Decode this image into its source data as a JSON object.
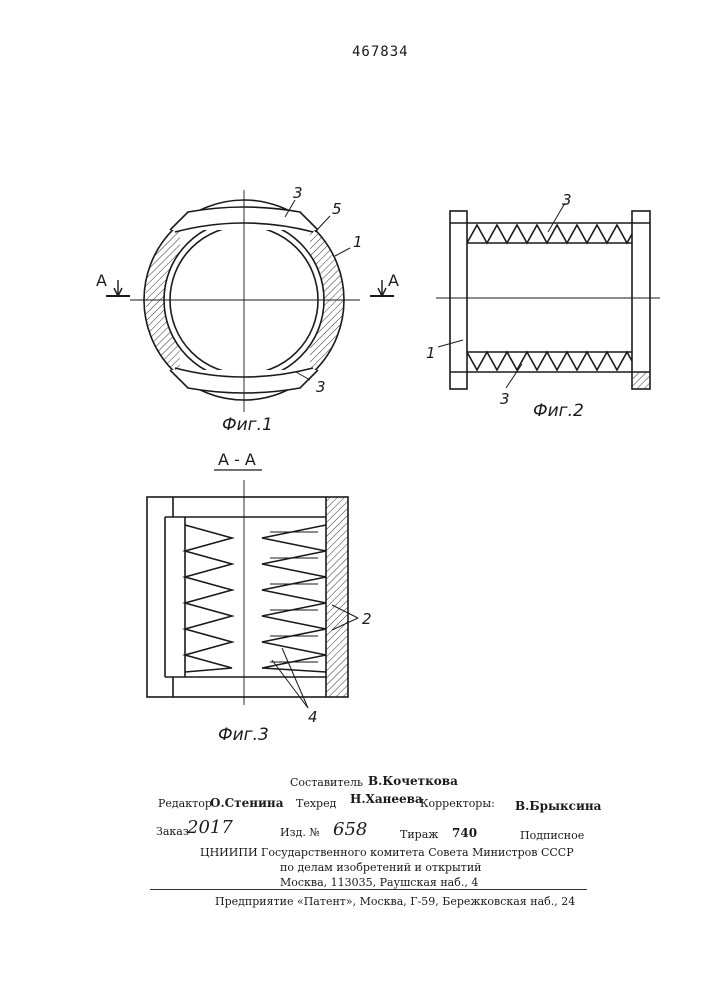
{
  "patent_number": "467834",
  "figures": {
    "fig1": {
      "caption": "Фиг.1",
      "labels": [
        "3",
        "5",
        "1",
        "3"
      ],
      "section_marks": [
        "A",
        "A"
      ]
    },
    "fig2": {
      "caption": "Фиг.2",
      "labels": [
        "3",
        "1",
        "3"
      ]
    },
    "fig3": {
      "caption": "Фиг.3",
      "title": "A - A",
      "labels": [
        "2",
        "4"
      ]
    }
  },
  "imprint": {
    "compiler_label": "Составитель",
    "compiler_name": "В.Кочеткова",
    "editor_label": "Редактор",
    "editor_name": "О.Стенина",
    "techred_label": "Техред",
    "techred_name": "Н.Ханеева",
    "correctors_label": "Корректоры:",
    "corrector_name": "В.Брыксина",
    "order_label": "Заказ",
    "order_no": "2017",
    "edition_label": "Изд. №",
    "edition_no": "658",
    "print_run_label": "Тираж",
    "print_run": "740",
    "subscription": "Подписное",
    "org_line1": "ЦНИИПИ Государственного комитета Совета Министров СССР",
    "org_line2": "по делам изобретений и открытий",
    "org_line3": "Москва, 113035, Раушская наб., 4",
    "printer_line": "Предприятие «Патент», Москва, Г-59, Бережковская наб., 24"
  }
}
